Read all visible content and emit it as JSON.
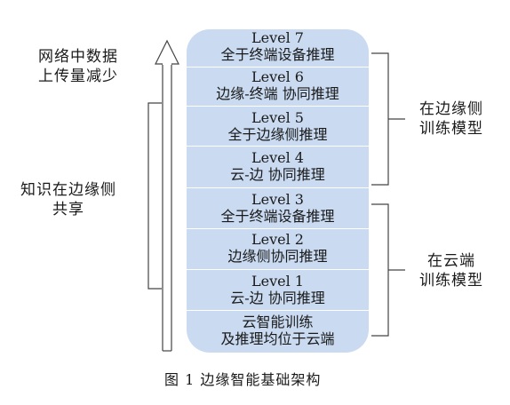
{
  "levels": [
    {
      "level": "Level 7",
      "desc": "全于终端设备推理"
    },
    {
      "level": "Level 6",
      "desc": "边缘-终端 协同推理"
    },
    {
      "level": "Level 5",
      "desc": "全于边缘侧推理"
    },
    {
      "level": "Level 4",
      "desc": "云-边 协同推理"
    },
    {
      "level": "Level 3",
      "desc": "全于终端设备推理"
    },
    {
      "level": "Level 2",
      "desc": "边缘侧协同推理"
    },
    {
      "level": "Level 1",
      "desc": "云-边 协同推理"
    }
  ],
  "cloud_only": {
    "line1": "云智能训练",
    "line2": "及推理均位于云端"
  },
  "left_labels": {
    "top_line1": "网络中数据",
    "top_line2": "上传量减少",
    "mid_line1": "知识在边缘侧",
    "mid_line2": "共享"
  },
  "right_labels": {
    "edge_line1": "在边缘侧",
    "edge_line2": "训练模型",
    "cloud_line1": "在云端",
    "cloud_line2": "训练模型"
  },
  "caption": "图 1 边缘智能基础架构"
}
